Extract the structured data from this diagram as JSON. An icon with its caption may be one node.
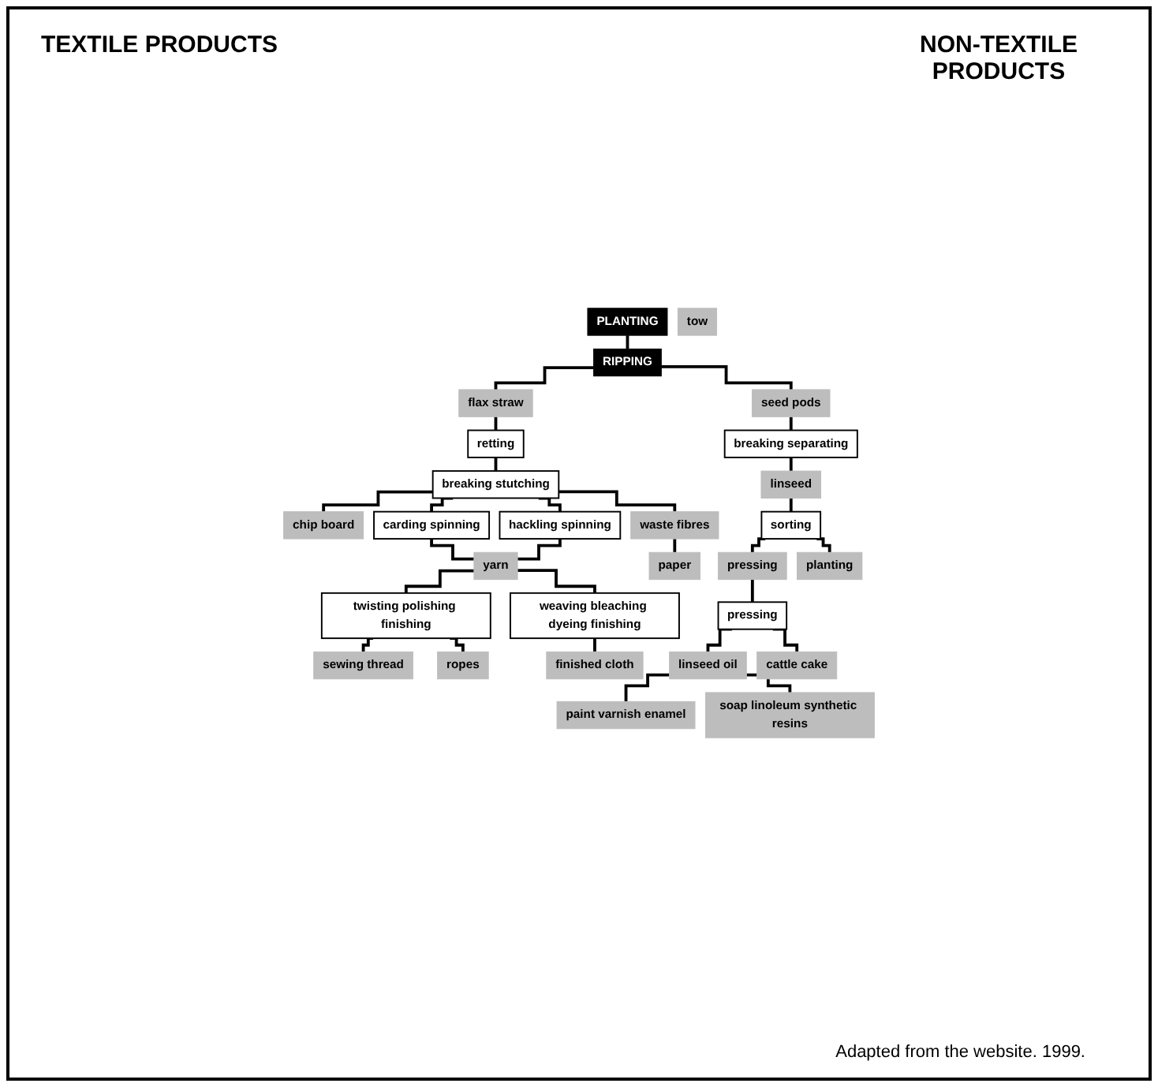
{
  "diagram": {
    "caption": "Adapted from the website. 1999.",
    "nodes": [
      {
        "text": [
          "PLANTING"
        ]
      },
      {
        "text": [
          "RIPPING"
        ]
      },
      {
        "text": [
          "flax straw"
        ]
      },
      {
        "text": [
          "seed pods"
        ]
      },
      {
        "text": [
          "retting"
        ]
      },
      {
        "text": [
          "breaking stutching"
        ]
      },
      {
        "text": [
          "breaking separating"
        ]
      },
      {
        "text": [
          "carding spinning"
        ]
      },
      {
        "text": [
          "hackling spinning"
        ]
      },
      {
        "text": [
          "linseed"
        ]
      },
      {
        "text": [
          "chip board"
        ]
      },
      {
        "text": [
          "tow"
        ]
      },
      {
        "text": [
          "sorting"
        ]
      },
      {
        "text": [
          "yarn"
        ]
      },
      {
        "text": [
          "pressing"
        ]
      },
      {
        "text": [
          "planting"
        ]
      },
      {
        "text": [
          "waste fibres"
        ]
      },
      {
        "text": [
          "twisting polishing finishing"
        ]
      },
      {
        "text": [
          "weaving bleaching dyeing finishing"
        ]
      },
      {
        "text": [
          "pressing"
        ]
      },
      {
        "text": [
          "linseed oil"
        ]
      },
      {
        "text": [
          "cattle cake"
        ]
      },
      {
        "text": [
          "paper"
        ]
      },
      {
        "text": [
          "sewing thread"
        ]
      },
      {
        "text": [
          "finished cloth"
        ]
      },
      {
        "text": [
          "paint varnish enamel"
        ]
      },
      {
        "text": [
          "soap linoleum synthetic resins"
        ]
      },
      {
        "text": [
          "ropes"
        ]
      }
    ],
    "edges": [
      {
        "from": 0,
        "to": 1,
        "arrow": "none"
      },
      {
        "from": 1,
        "to": 2,
        "arrow": "none"
      },
      {
        "from": 1,
        "to": 3,
        "arrow": "none"
      },
      {
        "from": 2,
        "to": 4,
        "arrow": "none"
      },
      {
        "from": 4,
        "to": 5,
        "arrow": "none"
      },
      {
        "from": 5,
        "to": 10,
        "arrow": "none"
      },
      {
        "from": 5,
        "to": 7,
        "arrow": "none"
      },
      {
        "from": 5,
        "to": 8,
        "arrow": "none"
      },
      {
        "from": 5,
        "to": 16,
        "arrow": "none"
      },
      {
        "from": 7,
        "to": 13,
        "arrow": "none"
      },
      {
        "from": 8,
        "to": 13,
        "arrow": "none"
      },
      {
        "from": 13,
        "to": 17,
        "arrow": "none"
      },
      {
        "from": 13,
        "to": 18,
        "arrow": "none"
      },
      {
        "from": 16,
        "to": 22,
        "arrow": "none"
      },
      {
        "from": 17,
        "to": 23,
        "arrow": "none"
      },
      {
        "from": 17,
        "to": 27,
        "arrow": "none"
      },
      {
        "from": 18,
        "to": 24,
        "arrow": "none"
      },
      {
        "from": 3,
        "to": 6,
        "arrow": "none"
      },
      {
        "from": 6,
        "to": 9,
        "arrow": "none"
      },
      {
        "from": 9,
        "to": 12,
        "arrow": "none"
      },
      {
        "from": 12,
        "to": 14,
        "arrow": "none"
      },
      {
        "from": 12,
        "to": 15,
        "arrow": "none"
      },
      {
        "from": 14,
        "to": 19,
        "arrow": "none"
      },
      {
        "from": 19,
        "to": 20,
        "arrow": "none"
      },
      {
        "from": 19,
        "to": 21,
        "arrow": "none"
      },
      {
        "from": 20,
        "to": 25,
        "arrow": "none"
      },
      {
        "from": 20,
        "to": 26,
        "arrow": "none"
      }
    ],
    "labels": [
      "TEXTILE PRODUCTS",
      "NON-TEXTILE PRODUCTS"
    ]
  }
}
